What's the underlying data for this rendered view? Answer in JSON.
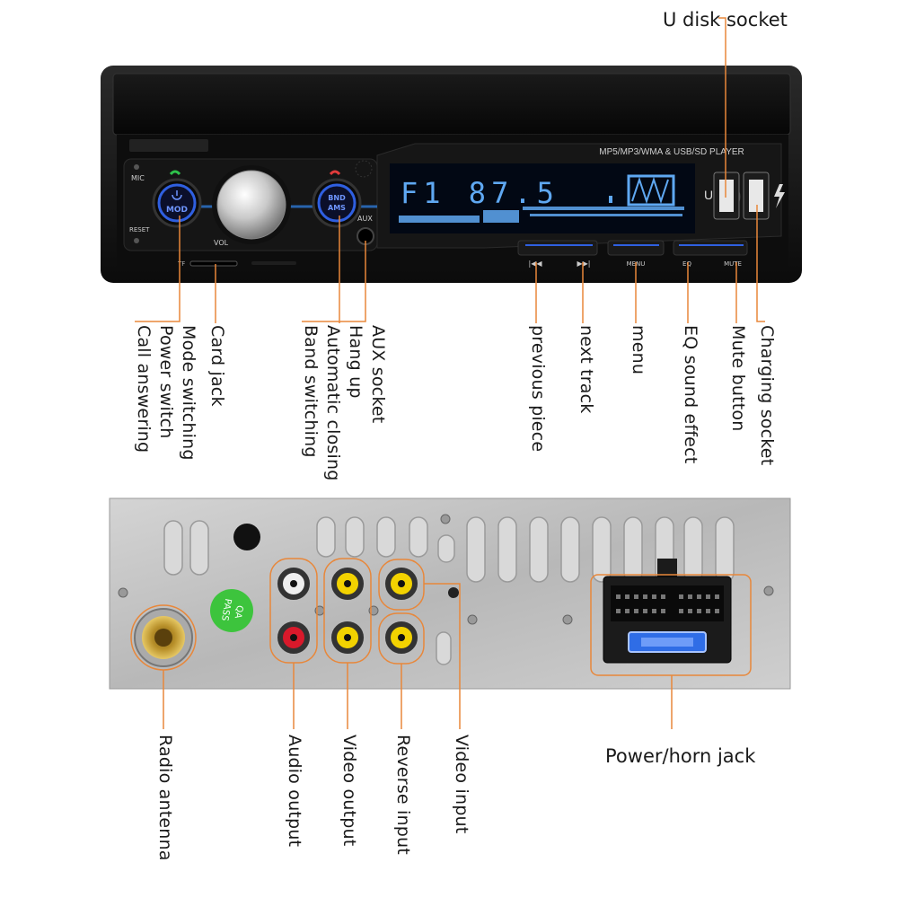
{
  "front_panel": {
    "display_banner": "MP5/MP3/WMA & USB/SD PLAYER",
    "lcd_text": "F1  87.5",
    "mic_label": "MIC",
    "reset_label": "RESET",
    "vol_label": "VOL",
    "aux_label": "AUX",
    "mod_button_label": "MOD",
    "bnd_button_label_1": "BND",
    "bnd_button_label_2": "AMS",
    "usb_label": "U",
    "tf_label": "TF",
    "prev_label": "|◀◀",
    "next_label": "▶▶|",
    "menu_label": "MENU",
    "eq_label": "EQ",
    "mute_label": "MUTE"
  },
  "back_panel": {
    "sticker_text_1": "QA",
    "sticker_text_2": "PASS"
  },
  "callouts": {
    "u_disk_socket": "U disk socket",
    "call_answering": "Call answering",
    "power_switch": "Power switch",
    "mode_switching": "Mode switching",
    "card_jack": "Card jack",
    "band_switching": "Band switching",
    "automatic_closing": "Automatic closing",
    "hang_up": "Hang up",
    "aux_socket": "AUX socket",
    "previous_piece": "previous piece",
    "next_track": "next track",
    "menu": "menu",
    "eq_sound_effect": "EQ sound effect",
    "mute_button": "Mute button",
    "charging_socket": "Charging socket",
    "radio_antenna": "Radio antenna",
    "audio_output": "Audio output",
    "video_output": "Video output",
    "reverse_input": "Reverse input",
    "video_input": "Video input",
    "power_horn_jack": "Power/horn jack"
  },
  "colors": {
    "callout_line": "#e8873a",
    "button_glow": "#2f5fe0",
    "lcd": "#5fa8f2",
    "chassis": "#bcbcbc",
    "rca_yellow": "#f2d200",
    "rca_red": "#d8192b"
  }
}
